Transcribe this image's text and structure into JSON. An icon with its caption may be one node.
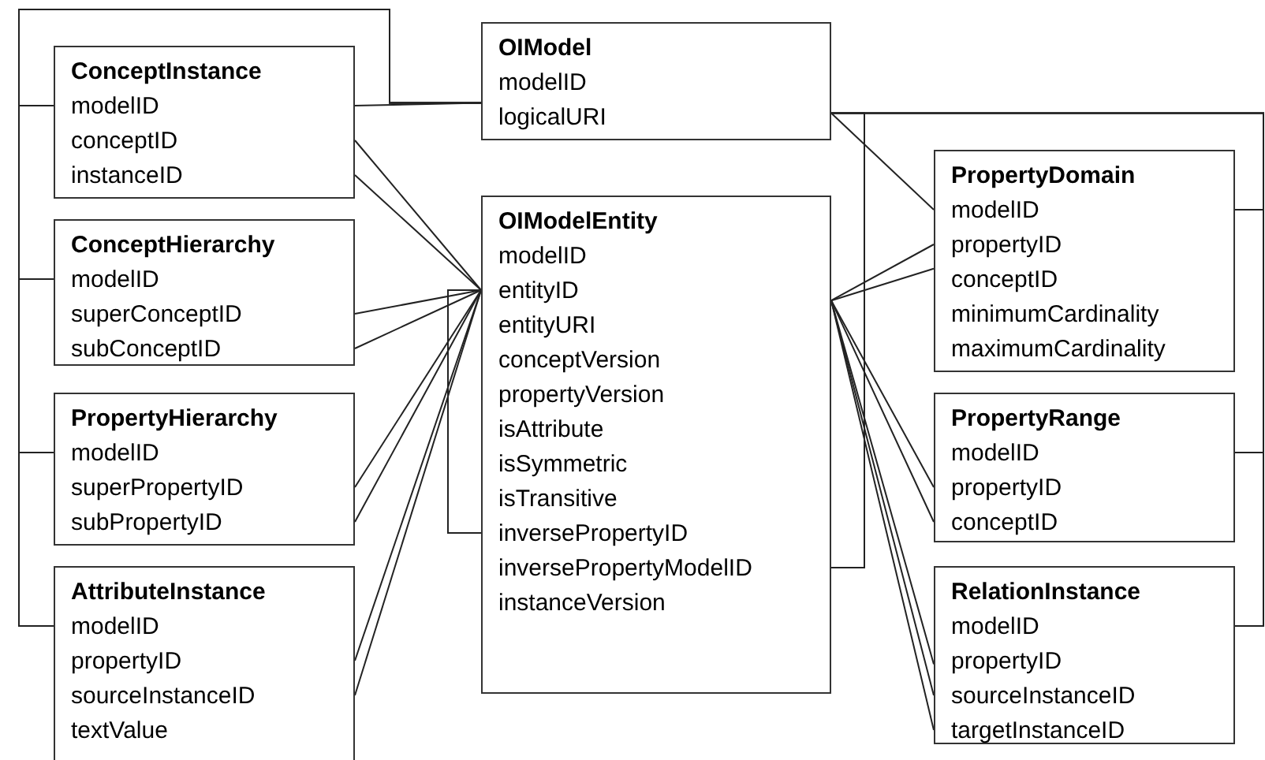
{
  "diagram": {
    "nodes": [
      {
        "text": [
          "OIModel",
          "modelID",
          "logicalURI"
        ]
      },
      {
        "text": [
          "ConceptInstance",
          "modelID",
          "conceptID",
          "instanceID"
        ]
      },
      {
        "text": [
          "ConceptHierarchy",
          "modelID",
          "superConceptID",
          "subConceptID"
        ]
      },
      {
        "text": [
          "PropertyHierarchy",
          "modelID",
          "superPropertyID",
          "subPropertyID"
        ]
      },
      {
        "text": [
          "AttributeInstance",
          "modelID",
          "propertyID",
          "sourceInstanceID",
          "textValue"
        ]
      },
      {
        "text": [
          "OIModelEntity",
          "modelID",
          "entityID",
          "entityURI",
          "conceptVersion",
          "propertyVersion",
          "isAttribute",
          "isSymmetric",
          "isTransitive",
          "inversePropertyID",
          "inversePropertyModelID",
          "instanceVersion"
        ]
      },
      {
        "text": [
          "PropertyDomain",
          "modelID",
          "propertyID",
          "conceptID",
          "minimumCardinality",
          "maximumCardinality"
        ]
      },
      {
        "text": [
          "PropertyRange",
          "modelID",
          "propertyID",
          "conceptID"
        ]
      },
      {
        "text": [
          "RelationInstance",
          "modelID",
          "propertyID",
          "sourceInstanceID",
          "targetInstanceID"
        ]
      }
    ],
    "edges": [
      {
        "from": 1,
        "to": 0,
        "arrow": "none"
      },
      {
        "from": 2,
        "to": 0,
        "arrow": "none"
      },
      {
        "from": 3,
        "to": 0,
        "arrow": "none"
      },
      {
        "from": 4,
        "to": 0,
        "arrow": "none"
      },
      {
        "from": 1,
        "to": 0,
        "arrow": "none"
      },
      {
        "from": 1,
        "to": 5,
        "arrow": "none"
      },
      {
        "from": 1,
        "to": 5,
        "arrow": "none"
      },
      {
        "from": 2,
        "to": 5,
        "arrow": "none"
      },
      {
        "from": 2,
        "to": 5,
        "arrow": "none"
      },
      {
        "from": 3,
        "to": 5,
        "arrow": "none"
      },
      {
        "from": 3,
        "to": 5,
        "arrow": "none"
      },
      {
        "from": 4,
        "to": 5,
        "arrow": "none"
      },
      {
        "from": 4,
        "to": 5,
        "arrow": "none"
      },
      {
        "from": 5,
        "to": 5,
        "arrow": "none"
      },
      {
        "from": 5,
        "to": 0,
        "arrow": "none"
      },
      {
        "from": 0,
        "to": 6,
        "arrow": "none"
      },
      {
        "from": 5,
        "to": 6,
        "arrow": "none"
      },
      {
        "from": 5,
        "to": 6,
        "arrow": "none"
      },
      {
        "from": 5,
        "to": 7,
        "arrow": "none"
      },
      {
        "from": 5,
        "to": 7,
        "arrow": "none"
      },
      {
        "from": 5,
        "to": 8,
        "arrow": "none"
      },
      {
        "from": 5,
        "to": 8,
        "arrow": "none"
      },
      {
        "from": 5,
        "to": 8,
        "arrow": "none"
      },
      {
        "from": 6,
        "to": 0,
        "arrow": "none"
      },
      {
        "from": 7,
        "to": 0,
        "arrow": "none"
      },
      {
        "from": 8,
        "to": 0,
        "arrow": "none"
      }
    ]
  }
}
